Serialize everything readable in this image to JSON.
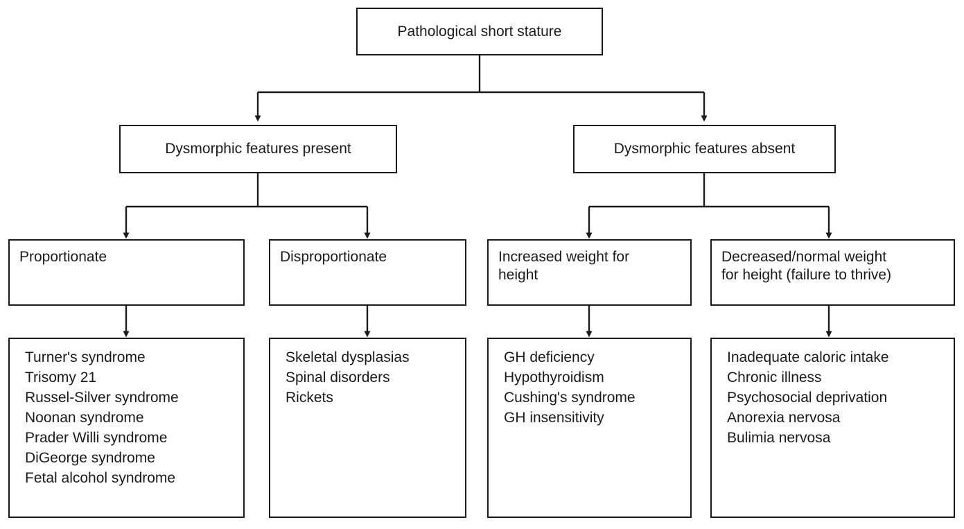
{
  "diagram": {
    "title": "Pathological short stature",
    "type": "flowchart",
    "orientation": "top-down",
    "colors": {
      "background": "#ffffff",
      "box_border": "#1a1a1a",
      "box_fill": "#ffffff",
      "text": "#1a1a1a",
      "connector": "#1a1a1a"
    },
    "root": {
      "label": "Pathological short stature"
    },
    "level2": [
      {
        "label": "Dysmorphic features present"
      },
      {
        "label": "Dysmorphic features absent"
      }
    ],
    "level3": [
      {
        "label": "Proportionate"
      },
      {
        "label": "Disproportionate"
      },
      {
        "label": "Increased weight for\nheight"
      },
      {
        "label": "Decreased/normal weight\nfor height (failure to thrive)"
      }
    ],
    "leaves": [
      {
        "name": "proportionate-causes",
        "items": [
          "Turner's syndrome",
          "Trisomy 21",
          "Russel-Silver syndrome",
          "Noonan syndrome",
          "Prader Willi syndrome",
          "DiGeorge syndrome",
          "Fetal alcohol syndrome"
        ]
      },
      {
        "name": "disproportionate-causes",
        "items": [
          "Skeletal dysplasias",
          "Spinal disorders",
          "Rickets"
        ]
      },
      {
        "name": "increased-weight-causes",
        "items": [
          "GH deficiency",
          "Hypothyroidism",
          "Cushing's syndrome",
          "GH insensitivity"
        ]
      },
      {
        "name": "decreased-weight-causes",
        "items": [
          "Inadequate caloric intake",
          "Chronic illness",
          "Psychosocial deprivation",
          "Anorexia nervosa",
          "Bulimia nervosa"
        ]
      }
    ]
  }
}
